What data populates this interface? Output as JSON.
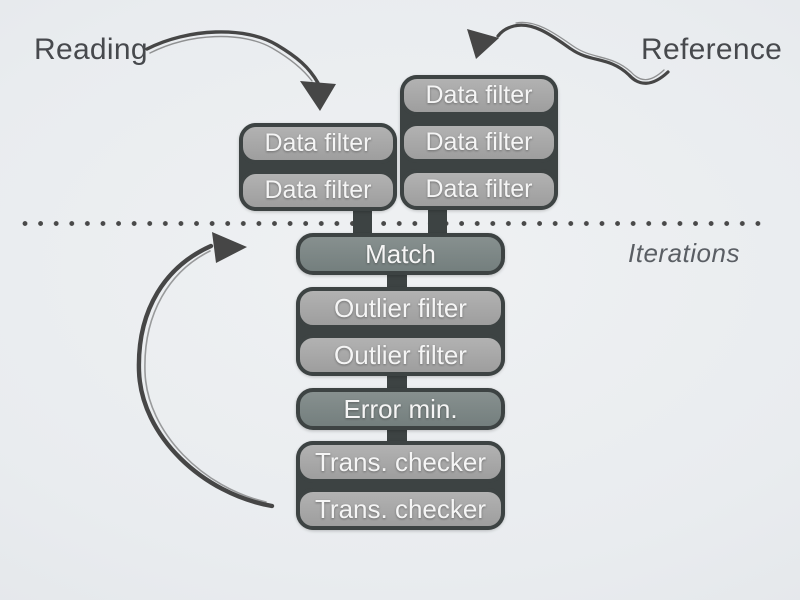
{
  "annotations": {
    "reading": "Reading",
    "reference": "Reference",
    "iterations": "Iterations"
  },
  "reading_stack": {
    "boxes": [
      {
        "label": "Data filter"
      },
      {
        "label": "Data filter"
      }
    ]
  },
  "reference_stack": {
    "boxes": [
      {
        "label": "Data filter"
      },
      {
        "label": "Data filter"
      },
      {
        "label": "Data filter"
      }
    ]
  },
  "pipeline": {
    "stages": [
      {
        "label": "Match",
        "variant": "dark"
      },
      {
        "label": "Outlier filter",
        "variant": "light"
      },
      {
        "label": "Outlier filter",
        "variant": "light"
      },
      {
        "label": "Error min.",
        "variant": "dark"
      },
      {
        "label": "Trans. checker",
        "variant": "light"
      },
      {
        "label": "Trans. checker",
        "variant": "light"
      }
    ]
  },
  "icons": {
    "reading_arrow": "hand-drawn-curved-arrow-down-right",
    "reference_arrow": "hand-drawn-squiggle-arrow-down-left",
    "iteration_loop_arrow": "hand-drawn-semicircle-arrow-up-right"
  },
  "colors": {
    "background": "#e9ecef",
    "box_light_fill": "#a7a7a7",
    "box_dark_fill": "#7e8887",
    "box_border": "#3d4343",
    "box_text": "#f5f5f5",
    "annotation_text": "#47494d",
    "iterations_text": "#5a5e64",
    "arrow_ink": "#464646",
    "dotted_line": "#494949"
  }
}
